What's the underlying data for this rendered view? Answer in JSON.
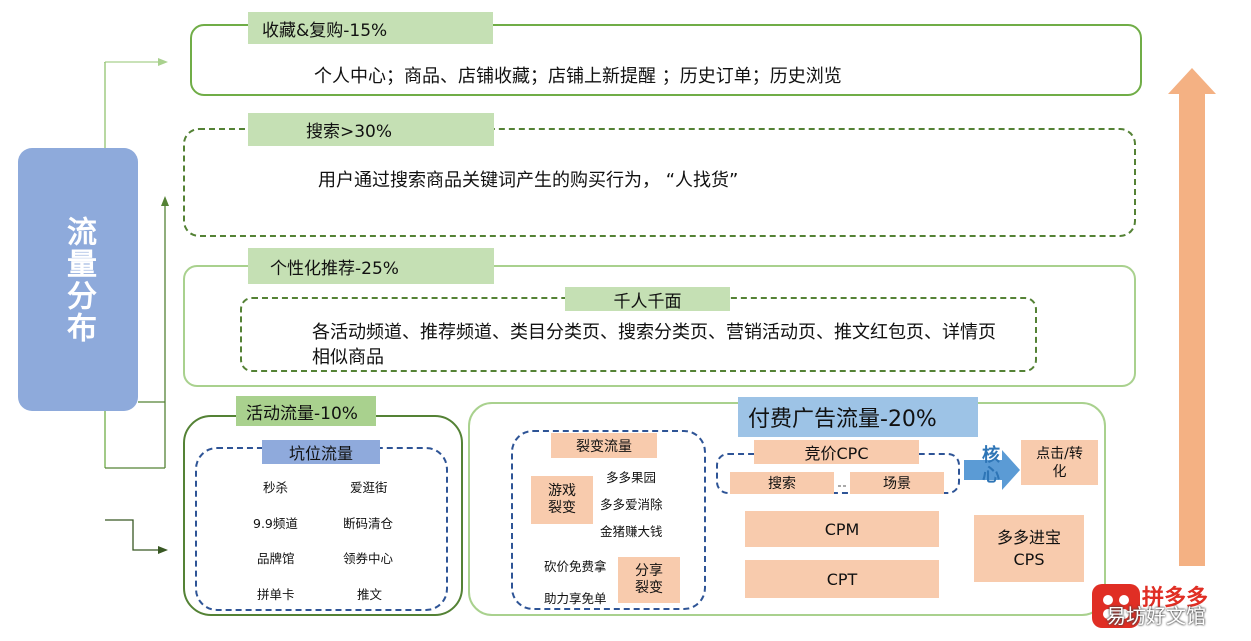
{
  "sidebar": {
    "label": "流量分布"
  },
  "sections": {
    "favorites": {
      "label": "收藏&复购-15%",
      "desc": "个人中心；商品、店铺收藏；店铺上新提醒 ；历史订单；历史浏览"
    },
    "search": {
      "label": "搜索>30%",
      "desc": "用户通过搜索商品关键词产生的购买行为， “人找货”"
    },
    "personalized": {
      "label": "个性化推荐-25%",
      "sublabel": "千人千面",
      "desc_line1": "各活动频道、推荐频道、类目分类页、搜索分类页、营销活动页、推文红包页、详情页",
      "desc_line2": "相似商品"
    },
    "activity": {
      "label": "活动流量-10%",
      "slot_label": "坑位流量",
      "items": [
        "秒杀",
        "爱逛街",
        "9.9频道",
        "断码清仓",
        "品牌馆",
        "领券中心",
        "拼单卡",
        "推文"
      ]
    },
    "paid": {
      "label": "付费广告流量-20%",
      "fission": {
        "label": "裂变流量",
        "game_label": "游戏裂变",
        "games": [
          "多多果园",
          "多多爱消除",
          "金猪赚大钱"
        ],
        "share_items": [
          "砍价免费拿",
          "助力享免单"
        ],
        "share_label": "分享裂变"
      },
      "cpc": {
        "label": "竞价CPC",
        "search": "搜索",
        "scene": "场景"
      },
      "core": "核心",
      "click_convert": "点击/转化",
      "cpm": "CPM",
      "cpt": "CPT",
      "cps": "多多进宝CPS"
    }
  },
  "watermark": {
    "brand": "拼多多",
    "text": "易坊好文馆"
  },
  "colors": {
    "green": "#70ad47",
    "label_green": "#c5e0b4",
    "peach": "#f8cbad",
    "blue": "#8faadc",
    "arrow": "#f4b183"
  }
}
